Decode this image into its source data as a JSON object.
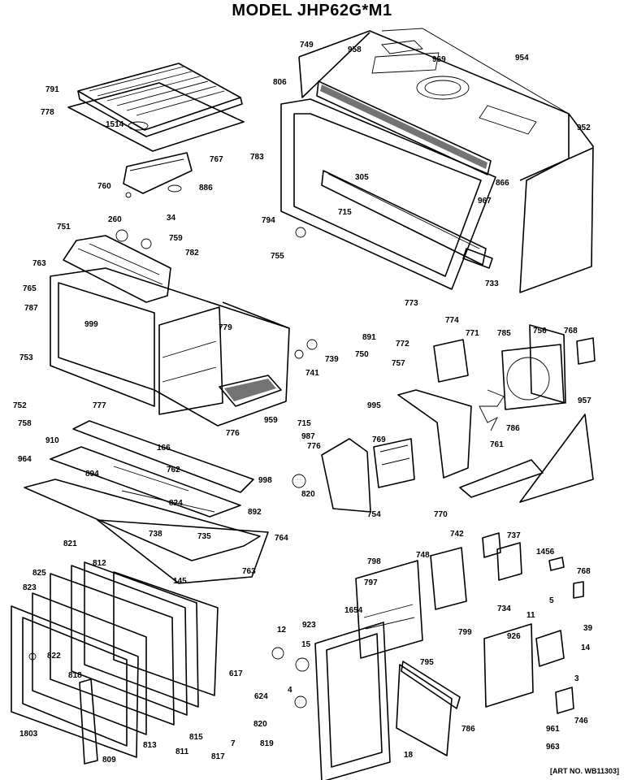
{
  "title": "MODEL JHP62G*M1",
  "art_no": "[ART NO. WB11303]",
  "part_labels": [
    "749",
    "958",
    "969",
    "954",
    "806",
    "791",
    "778",
    "1514",
    "783",
    "952",
    "767",
    "305",
    "866",
    "967",
    "760",
    "886",
    "715",
    "260",
    "34",
    "794",
    "751",
    "759",
    "782",
    "755",
    "733",
    "763",
    "765",
    "773",
    "774",
    "787",
    "999",
    "779",
    "771",
    "785",
    "756",
    "768",
    "891",
    "772",
    "750",
    "739",
    "753",
    "741",
    "757",
    "752",
    "777",
    "995",
    "957",
    "758",
    "715",
    "987",
    "910",
    "166",
    "776",
    "959",
    "786",
    "769",
    "761",
    "964",
    "762",
    "776",
    "894",
    "998",
    "820",
    "754",
    "770",
    "824",
    "892",
    "821",
    "738",
    "735",
    "764",
    "742",
    "737",
    "1456",
    "825",
    "812",
    "763",
    "145",
    "798",
    "748",
    "768",
    "823",
    "797",
    "734",
    "1654",
    "5",
    "799",
    "39",
    "11",
    "12",
    "923",
    "14",
    "822",
    "818",
    "795",
    "926",
    "15",
    "617",
    "3",
    "624",
    "4",
    "786",
    "746",
    "820",
    "1803",
    "813",
    "815",
    "961",
    "963",
    "809",
    "817",
    "7",
    "819",
    "811",
    "18"
  ]
}
